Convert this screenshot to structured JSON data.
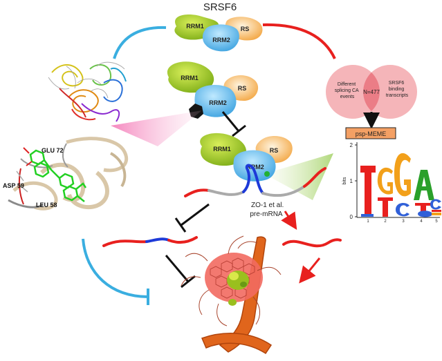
{
  "title": "SRSF6",
  "domains": {
    "rrm1": "RRM1",
    "rrm2": "RRM2",
    "rs": "RS"
  },
  "residues": {
    "glu": "GLU 72",
    "asp": "ASP 59",
    "leu": "LEU 58"
  },
  "venn": {
    "left": [
      "Different",
      "splicing CA",
      "events"
    ],
    "center": "N=477",
    "right": [
      "SRSF6",
      "binding",
      "transcripts"
    ]
  },
  "meme": {
    "label": "psp-MEME",
    "ylabel": "bits",
    "ticks": [
      "2",
      "1",
      "0"
    ],
    "positions": [
      "1",
      "2",
      "3",
      "4",
      "5"
    ]
  },
  "pre_mrna": [
    "ZO-1  et al.",
    "pre-mRNA"
  ],
  "colors": {
    "blue_line": "#3aaee0",
    "red_line": "#e8201e",
    "arrow_red": "#e8201e",
    "rrm1": "#a8cc2a",
    "rrm2": "#6ec6f0",
    "rs": "#f5b25a",
    "vessel": "#e0651c"
  }
}
